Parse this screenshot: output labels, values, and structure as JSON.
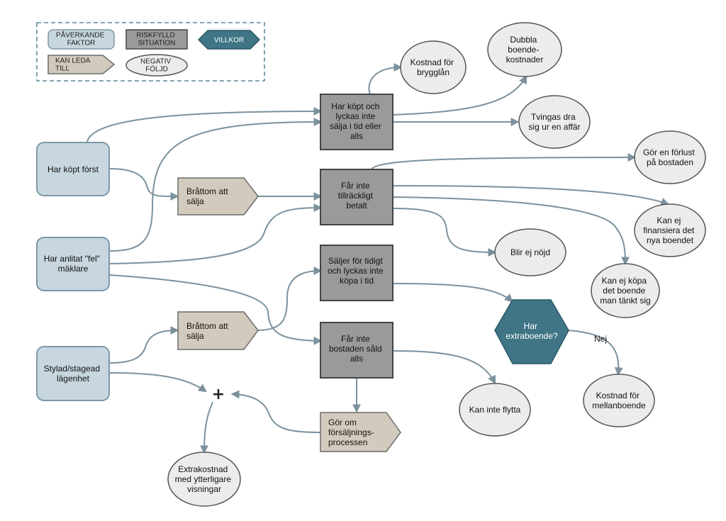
{
  "colors": {
    "factor_fill": "#c8d6df",
    "factor_stroke": "#7e98a8",
    "risk_fill": "#9a9a9a",
    "risk_stroke": "#555555",
    "condition_fill": "#3f7585",
    "condition_stroke": "#2b5866",
    "leads_fill": "#d2cbbd",
    "leads_stroke": "#6b6b6b",
    "consequence_fill": "#ececec",
    "consequence_stroke": "#555555",
    "edge": "#7c919e"
  },
  "legend": {
    "factor": [
      "PÅVERKANDE",
      "FAKTOR"
    ],
    "risk": [
      "RISKFYLLD",
      "SITUATION"
    ],
    "condition": [
      "VILLKOR"
    ],
    "leads": [
      "KAN LEDA",
      "TILL"
    ],
    "consequence": [
      "NEGATIV",
      "FÖLJD"
    ]
  },
  "factors": {
    "bought_first": [
      "Har köpt först"
    ],
    "wrong_agent": [
      "Har anlitat \"fel\"",
      "mäklare"
    ],
    "styled": [
      "Stylad/stagead",
      "lägenhet"
    ]
  },
  "risks": {
    "bought_not_sold": [
      "Har köpt och",
      "lyckas inte",
      "sälja i tid eller",
      "alls"
    ],
    "not_paid_enough": [
      "Får inte",
      "tillräckligt",
      "betalt"
    ],
    "sold_too_early": [
      "Säljer för tidigt",
      "och lyckas inte",
      "köpa i tid"
    ],
    "not_sold": [
      "Får inte",
      "bostaden såld",
      "alls"
    ]
  },
  "leads": {
    "hurry_1": [
      "Bråttom att",
      "sälja"
    ],
    "hurry_2": [
      "Bråttom att",
      "sälja"
    ],
    "redo_sale": [
      "Gör om",
      "försäljnings-",
      "processen"
    ]
  },
  "condition": {
    "extra_home": [
      "Har",
      "extraboende?"
    ],
    "no_label": "Nej"
  },
  "plus_symbol": "+",
  "consequences": {
    "bridge_loan": [
      "Kostnad för",
      "brygglån"
    ],
    "double_costs": [
      "Dubbla",
      "boende-",
      "kostnader"
    ],
    "forced_out": [
      "Tvingas dra",
      "sig ur en affär"
    ],
    "loss": [
      "Gör en förlust",
      "på bostaden"
    ],
    "cant_finance": [
      "Kan ej",
      "finansiera det",
      "nya boendet"
    ],
    "not_happy": [
      "Blir ej nöjd"
    ],
    "cant_buy": [
      "Kan ej köpa",
      "det boende",
      "man tänkt sig"
    ],
    "interim_cost": [
      "Kostnad för",
      "mellanboende"
    ],
    "cant_move": [
      "Kan inte flytta"
    ],
    "extra_cost": [
      "Extrakostnad",
      "med ytterligare",
      "visningar"
    ]
  }
}
